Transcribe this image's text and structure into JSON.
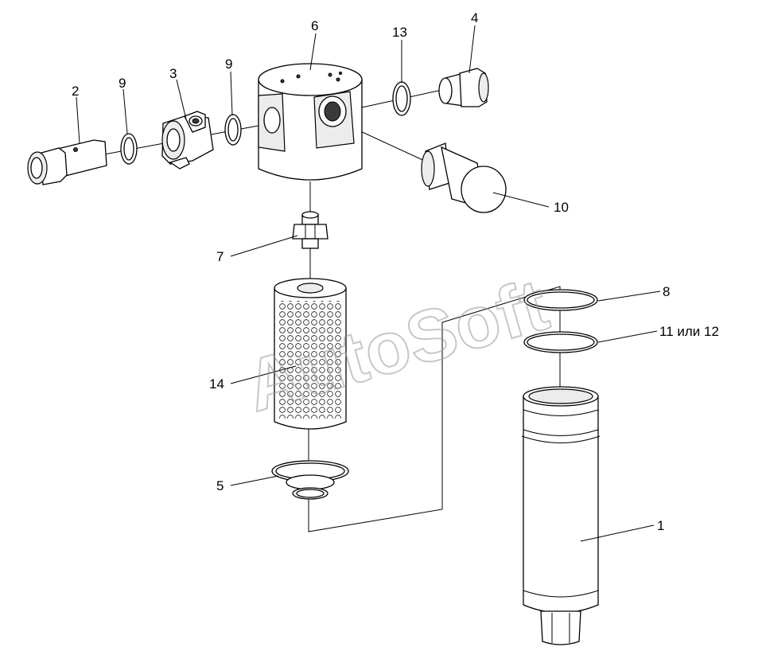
{
  "watermark": "AutoSoft",
  "labels": {
    "l1": "1",
    "l2": "2",
    "l3": "3",
    "l4": "4",
    "l5": "5",
    "l6": "6",
    "l7": "7",
    "l8": "8",
    "l9a": "9",
    "l9b": "9",
    "l10": "10",
    "l11": "11 или 12",
    "l13": "13",
    "l14": "14"
  }
}
